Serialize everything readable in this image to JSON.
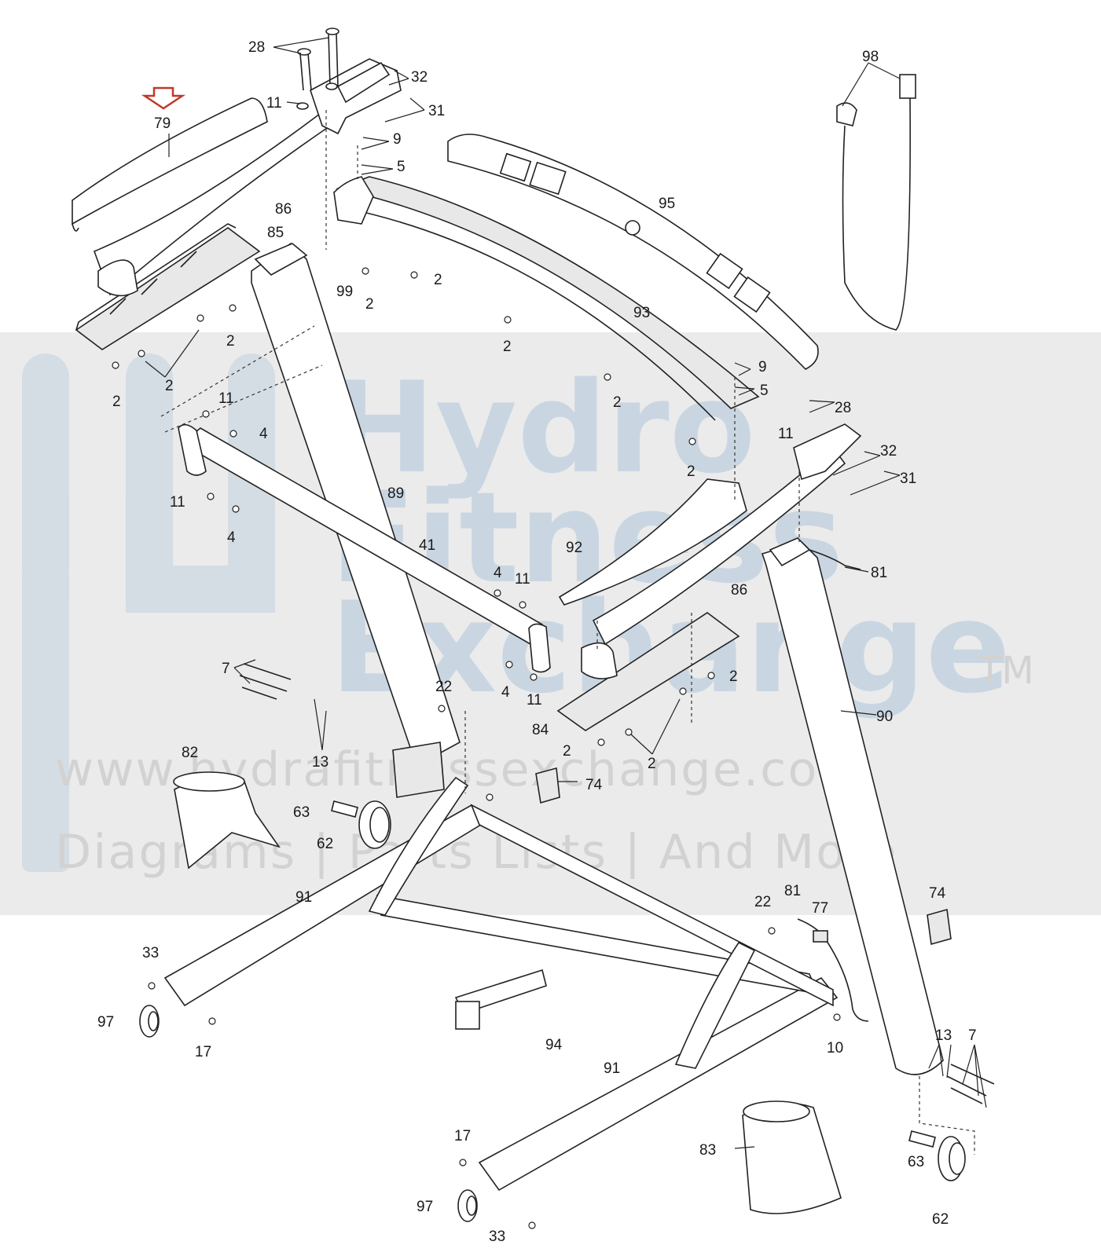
{
  "watermark": {
    "brand_lines": [
      "Hydro",
      "Fitness",
      "Exchange"
    ],
    "trademark": "TM",
    "url": "www.hydrafitnessexchange.com",
    "tagline": "Diagrams | Parts Lists | And More"
  },
  "highlight": {
    "part": "79",
    "arrow_color": "#c0392b"
  },
  "colors": {
    "line": "#222222",
    "watermark_band": "#e4e4e4",
    "watermark_text": "#c9d6e2"
  },
  "labels": {
    "p28a": "28",
    "p11a": "11",
    "p32a": "32",
    "p31a": "31",
    "p79": "79",
    "p9a": "9",
    "p5a": "5",
    "p86a": "86",
    "p85": "85",
    "p95": "95",
    "p98": "98",
    "p99": "99",
    "p2a": "2",
    "p2b": "2",
    "p2c": "2",
    "p2d": "2",
    "p2e": "2",
    "p2f": "2",
    "p93": "93",
    "p9b": "9",
    "p5b": "5",
    "p2g": "2",
    "p28b": "28",
    "p11b": "11",
    "p4a": "4",
    "p11c": "11",
    "p32b": "32",
    "p31b": "31",
    "p2h": "2",
    "p89": "89",
    "p11d": "11",
    "p4b": "4",
    "p41": "41",
    "p92": "92",
    "p86b": "86",
    "p81a": "81",
    "p4c": "4",
    "p11e": "11",
    "p4d": "4",
    "p11f": "11",
    "p2i": "2",
    "p84": "84",
    "p7a": "7",
    "p22a": "22",
    "p90": "90",
    "p13a": "13",
    "p2j": "2",
    "p2k": "2",
    "p82": "82",
    "p74a": "74",
    "p63a": "63",
    "p62a": "62",
    "p91a": "91",
    "p22b": "22",
    "p81b": "81",
    "p77": "77",
    "p74b": "74",
    "p33a": "33",
    "p97a": "97",
    "p17a": "17",
    "p94": "94",
    "p10": "10",
    "p13b": "13",
    "p7b": "7",
    "p91b": "91",
    "p83": "83",
    "p17b": "17",
    "p63b": "63",
    "p62b": "62",
    "p97b": "97",
    "p33b": "33"
  }
}
